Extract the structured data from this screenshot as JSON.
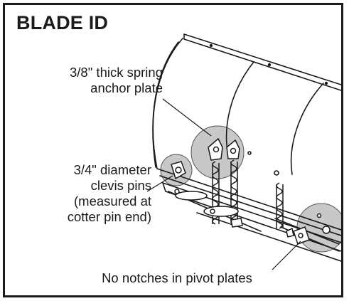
{
  "title": "BLADE ID",
  "callouts": {
    "spring_anchor": [
      "3/8\" thick spring",
      "anchor plate"
    ],
    "clevis_pins": [
      "3/4\" diameter",
      "clevis pins",
      "(measured at",
      "cotter pin end)"
    ],
    "pivot_plates": "No notches in pivot plates"
  },
  "colors": {
    "line": "#1a1a1a",
    "highlight_fill": "#c8c8c8",
    "background": "#ffffff"
  }
}
